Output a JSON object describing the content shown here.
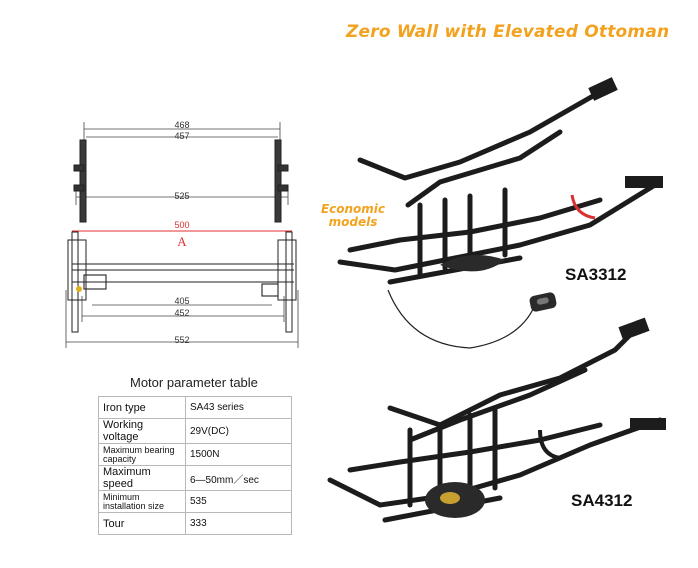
{
  "title": "Zero Wall with Elevated Ottoman",
  "badge": {
    "line1": "Economic",
    "line2": "models"
  },
  "models": [
    "SA3312",
    "SA4312"
  ],
  "drawing": {
    "dims": {
      "d468": "468",
      "d457": "457",
      "d525": "525",
      "d500": "500",
      "mark": "A",
      "d405": "405",
      "d452": "452",
      "d552": "552"
    }
  },
  "table": {
    "caption": "Motor parameter table",
    "rows": [
      {
        "label": "Iron type",
        "value": "SA43 series"
      },
      {
        "label": "Working voltage",
        "value": "29V(DC)"
      },
      {
        "label": "Maximum bearing capacity",
        "value": "1500N"
      },
      {
        "label": "Maximum speed",
        "value": "6—50mm／sec"
      },
      {
        "label": "Minimum installation size",
        "value": "535"
      },
      {
        "label": "Tour",
        "value": "333"
      }
    ]
  },
  "colors": {
    "accent": "#f2a21e",
    "dimension_red": "#e03030",
    "frame": "#1c1c1c"
  }
}
